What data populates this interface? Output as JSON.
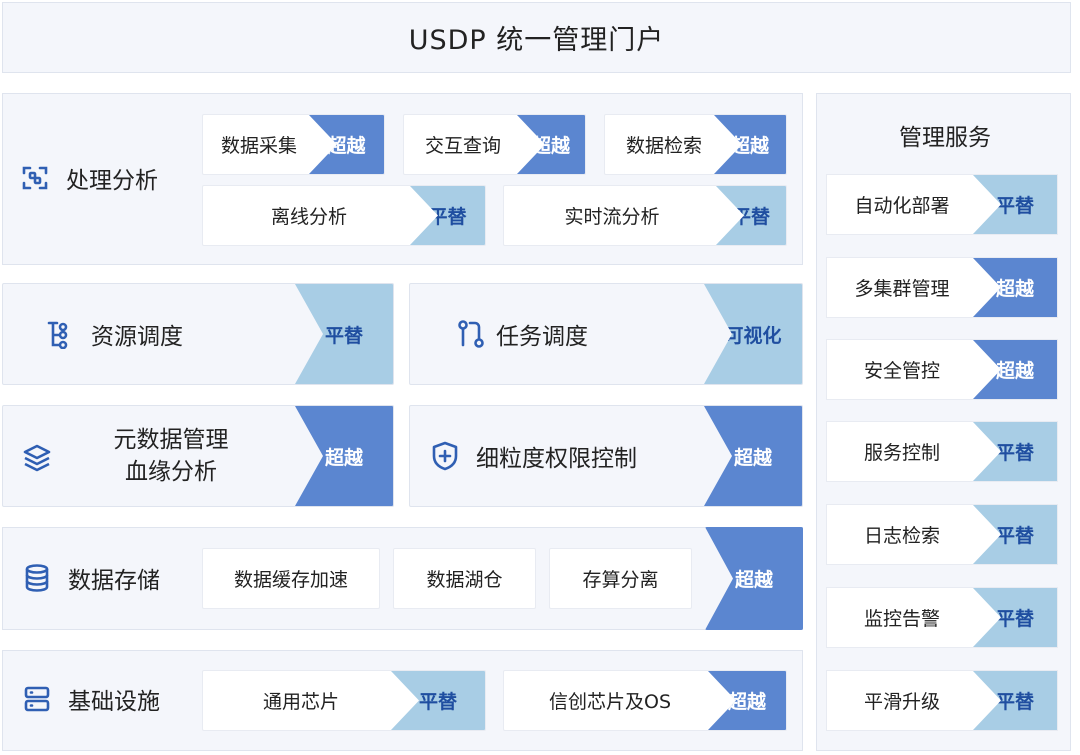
{
  "header": {
    "title": "USDP 统一管理门户"
  },
  "processing": {
    "label": "处理分析",
    "items": [
      {
        "label": "数据采集",
        "tag": "超越"
      },
      {
        "label": "交互查询",
        "tag": "超越"
      },
      {
        "label": "数据检索",
        "tag": "超越"
      },
      {
        "label": "离线分析",
        "tag": "平替"
      },
      {
        "label": "实时流分析",
        "tag": "平替"
      }
    ]
  },
  "resource_scheduling": {
    "label": "资源调度",
    "tag": "平替"
  },
  "task_scheduling": {
    "label": "任务调度",
    "tag": "可视化"
  },
  "metadata": {
    "label_line1": "元数据管理",
    "label_line2": "血缘分析",
    "tag": "超越"
  },
  "permission": {
    "label": "细粒度权限控制",
    "tag": "超越"
  },
  "storage": {
    "label": "数据存储",
    "items": [
      "数据缓存加速",
      "数据湖仓",
      "存算分离"
    ],
    "tag": "超越"
  },
  "infrastructure": {
    "label": "基础设施",
    "items": [
      {
        "label": "通用芯片",
        "tag": "平替"
      },
      {
        "label": "信创芯片及OS",
        "tag": "超越"
      }
    ]
  },
  "management": {
    "title": "管理服务",
    "items": [
      {
        "label": "自动化部署",
        "tag": "平替"
      },
      {
        "label": "多集群管理",
        "tag": "超越"
      },
      {
        "label": "安全管控",
        "tag": "超越"
      },
      {
        "label": "服务控制",
        "tag": "平替"
      },
      {
        "label": "日志检索",
        "tag": "平替"
      },
      {
        "label": "监控告警",
        "tag": "平替"
      },
      {
        "label": "平滑升级",
        "tag": "平替"
      }
    ]
  },
  "colors": {
    "chao_tag": "#5b86d0",
    "ping_tag": "#a8cde5",
    "icon": "#2f5fb3"
  }
}
